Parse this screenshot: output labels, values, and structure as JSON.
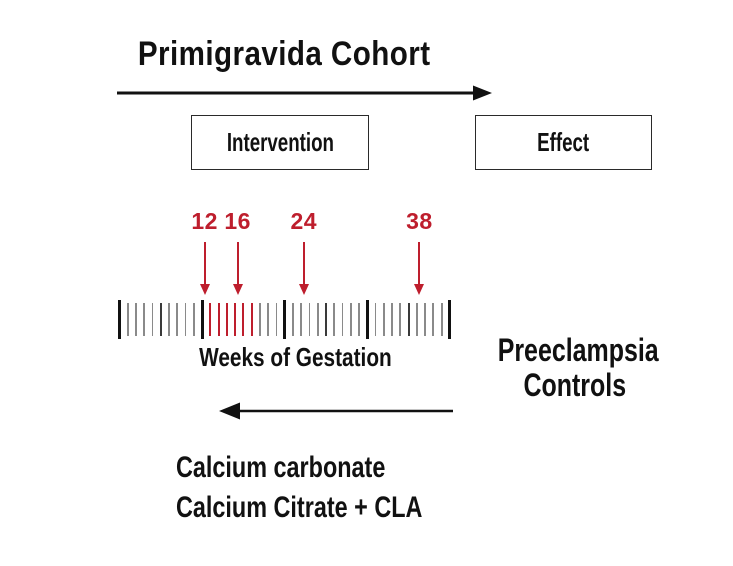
{
  "title": "Primigravida Cohort",
  "boxes": {
    "intervention": "Intervention",
    "effect": "Effect"
  },
  "timeline": {
    "label": "Weeks of Gestation",
    "week_min": 0,
    "week_max": 40,
    "major_tick_interval": 10,
    "mid_tick_interval": 5,
    "highlight_weeks": [
      11,
      12,
      13,
      14,
      15,
      16
    ],
    "markers": [
      {
        "label": "12",
        "week": 12
      },
      {
        "label": "16",
        "week": 16
      },
      {
        "label": "24",
        "week": 24
      },
      {
        "label": "38",
        "week": 38
      }
    ]
  },
  "right_label": {
    "line1": "Preeclampsia",
    "line2": "Controls"
  },
  "bottom_label": {
    "line1": "Calcium carbonate",
    "line2": "Calcium Citrate + CLA"
  },
  "colors": {
    "accent_red": "#be1e2d",
    "ink": "#111111",
    "minor_tick": "#8a8a8a",
    "mid_tick": "#3a3a3a",
    "background": "#ffffff"
  }
}
